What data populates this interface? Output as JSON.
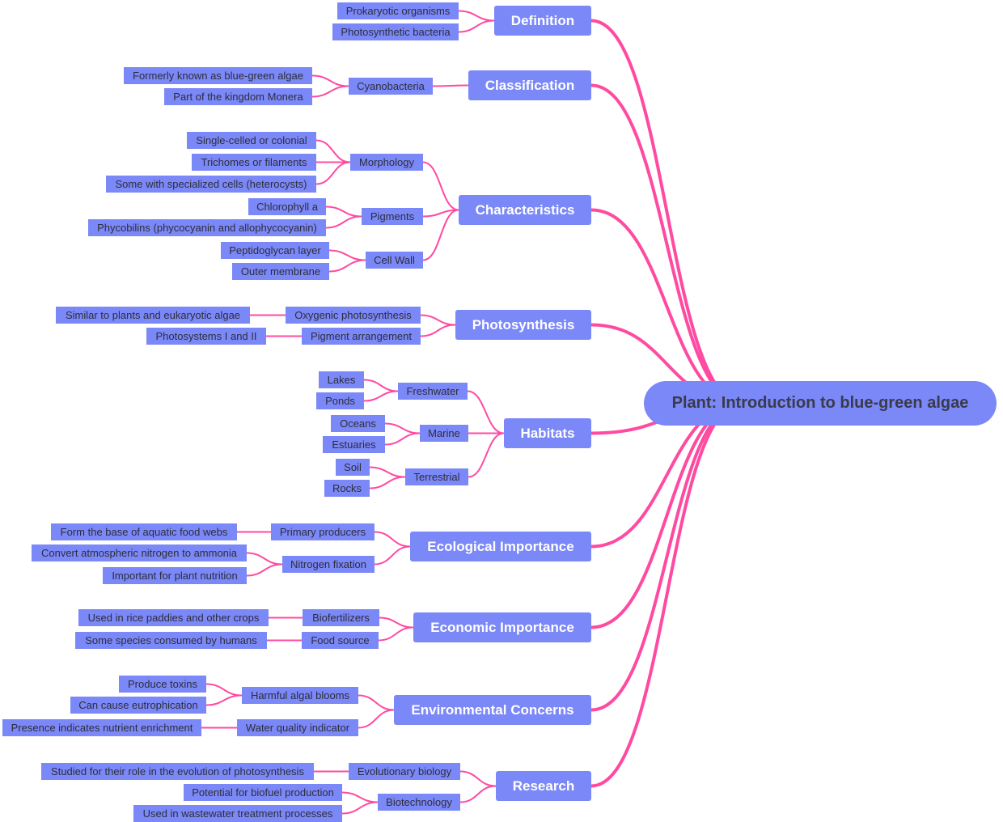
{
  "colors": {
    "node": "#7b88f7",
    "line": "#ff4aa2",
    "text": "#2d2d3a",
    "branch_text": "#ffffff"
  },
  "root": {
    "label": "Plant: Introduction to blue-green algae"
  },
  "branches": [
    {
      "label": "Definition",
      "children": [
        {
          "label": "Prokaryotic organisms"
        },
        {
          "label": "Photosynthetic bacteria"
        }
      ]
    },
    {
      "label": "Classification",
      "children": [
        {
          "label": "Cyanobacteria",
          "children": [
            {
              "label": "Formerly known as blue-green algae"
            },
            {
              "label": "Part of the kingdom Monera"
            }
          ]
        }
      ]
    },
    {
      "label": "Characteristics",
      "children": [
        {
          "label": "Morphology",
          "children": [
            {
              "label": "Single-celled or colonial"
            },
            {
              "label": "Trichomes or filaments"
            },
            {
              "label": "Some with specialized cells (heterocysts)"
            }
          ]
        },
        {
          "label": "Pigments",
          "children": [
            {
              "label": "Chlorophyll a"
            },
            {
              "label": "Phycobilins (phycocyanin and allophycocyanin)"
            }
          ]
        },
        {
          "label": "Cell Wall",
          "children": [
            {
              "label": "Peptidoglycan layer"
            },
            {
              "label": "Outer membrane"
            }
          ]
        }
      ]
    },
    {
      "label": "Photosynthesis",
      "children": [
        {
          "label": "Oxygenic photosynthesis",
          "children": [
            {
              "label": "Similar to plants and eukaryotic algae"
            }
          ]
        },
        {
          "label": "Pigment arrangement",
          "children": [
            {
              "label": "Photosystems I and II"
            }
          ]
        }
      ]
    },
    {
      "label": "Habitats",
      "children": [
        {
          "label": "Freshwater",
          "children": [
            {
              "label": "Lakes"
            },
            {
              "label": "Ponds"
            }
          ]
        },
        {
          "label": "Marine",
          "children": [
            {
              "label": "Oceans"
            },
            {
              "label": "Estuaries"
            }
          ]
        },
        {
          "label": "Terrestrial",
          "children": [
            {
              "label": "Soil"
            },
            {
              "label": "Rocks"
            }
          ]
        }
      ]
    },
    {
      "label": "Ecological Importance",
      "children": [
        {
          "label": "Primary producers",
          "children": [
            {
              "label": "Form the base of aquatic food webs"
            }
          ]
        },
        {
          "label": "Nitrogen fixation",
          "children": [
            {
              "label": "Convert atmospheric nitrogen to ammonia"
            },
            {
              "label": "Important for plant nutrition"
            }
          ]
        }
      ]
    },
    {
      "label": "Economic Importance",
      "children": [
        {
          "label": "Biofertilizers",
          "children": [
            {
              "label": "Used in rice paddies and other crops"
            }
          ]
        },
        {
          "label": "Food source",
          "children": [
            {
              "label": "Some species consumed by humans"
            }
          ]
        }
      ]
    },
    {
      "label": "Environmental Concerns",
      "children": [
        {
          "label": "Harmful algal blooms",
          "children": [
            {
              "label": "Produce toxins"
            },
            {
              "label": "Can cause eutrophication"
            }
          ]
        },
        {
          "label": "Water quality indicator",
          "children": [
            {
              "label": "Presence indicates nutrient enrichment"
            }
          ]
        }
      ]
    },
    {
      "label": "Research",
      "children": [
        {
          "label": "Evolutionary biology",
          "children": [
            {
              "label": "Studied for their role in the evolution of photosynthesis"
            }
          ]
        },
        {
          "label": "Biotechnology",
          "children": [
            {
              "label": "Potential for biofuel production"
            },
            {
              "label": "Used in wastewater treatment processes"
            }
          ]
        }
      ]
    }
  ]
}
